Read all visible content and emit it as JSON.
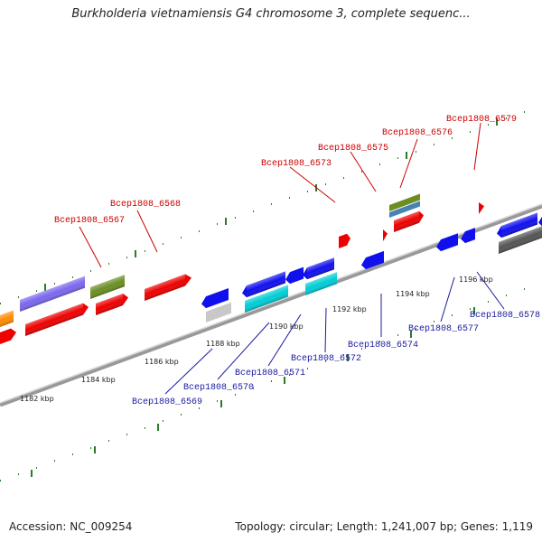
{
  "title": "Burkholderia vietnamiensis G4 chromosome 3, complete sequenc...",
  "footer": {
    "accession": "Accession: NC_009254",
    "info": "Topology: circular; Length: 1,241,007 bp; Genes: 1,119"
  },
  "colors": {
    "forward_label": "#cc0000",
    "reverse_label": "#1a1aa0",
    "backbone": "#777777",
    "ticks": "#2a7a2a"
  },
  "scale_labels": [
    "1182 kbp",
    "1184 kbp",
    "1186 kbp",
    "1188 kbp",
    "1190 kbp",
    "1192 kbp",
    "1194 kbp",
    "1196 kbp"
  ],
  "forward_gene_labels": [
    "Bcep1808_6567",
    "Bcep1808_6568",
    "Bcep1808_6573",
    "Bcep1808_6575",
    "Bcep1808_6576",
    "Bcep1808_6579"
  ],
  "reverse_gene_labels": [
    "Bcep1808_6569",
    "Bcep1808_6570",
    "Bcep1808_6571",
    "Bcep1808_6572",
    "Bcep1808_6574",
    "Bcep1808_6577",
    "Bcep1808_6578"
  ]
}
